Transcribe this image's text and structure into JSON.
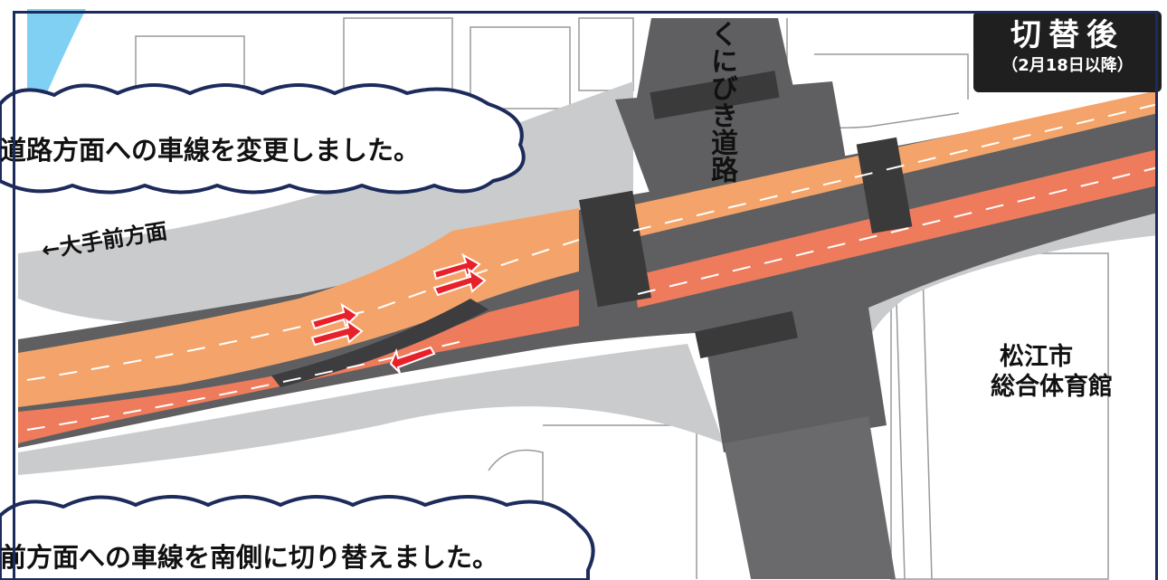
{
  "badge": {
    "title": "切替後",
    "subtitle": "（2月18日以降）"
  },
  "labels": {
    "road_kunibiki": "くにびき道路",
    "direction_otemae": "大手前方面",
    "gym_line1": "松江市",
    "gym_line2": "総合体育館"
  },
  "callouts": {
    "top": "道路方面への車線を変更しました。",
    "bottom": "前方面への車線を南側に切り替えました。"
  },
  "colors": {
    "road": "#5f5f61",
    "lane_orange": "#f4a46a",
    "lane_red": "#ee7b5c",
    "sidewalk": "#c9cbcd",
    "arrow_red": "#e8202a",
    "water": "#7fd0f2",
    "badge_bg": "#1f1f1f"
  }
}
